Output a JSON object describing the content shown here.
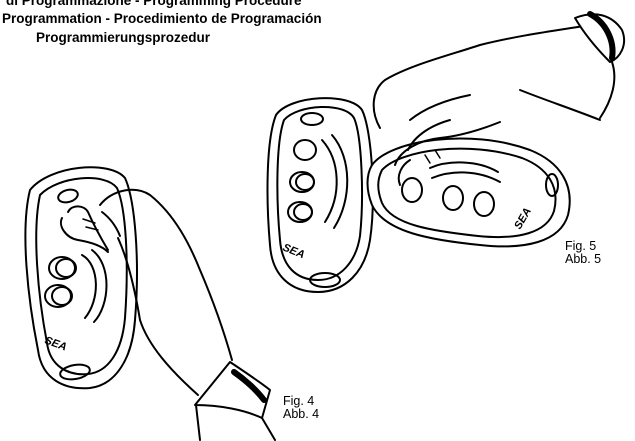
{
  "title": {
    "line1": "di Programmazione - Programming Procedure",
    "line2": "Programmation - Procedimiento de Programación",
    "line3": "Programmierungsprozedur"
  },
  "figures": {
    "fig4": {
      "line1": "Fig. 4",
      "line2": "Abb. 4",
      "brand": "SEA"
    },
    "fig5": {
      "line1": "Fig. 5",
      "line2": "Abb. 5",
      "brand_left": "SEA",
      "brand_right": "SEA"
    }
  }
}
